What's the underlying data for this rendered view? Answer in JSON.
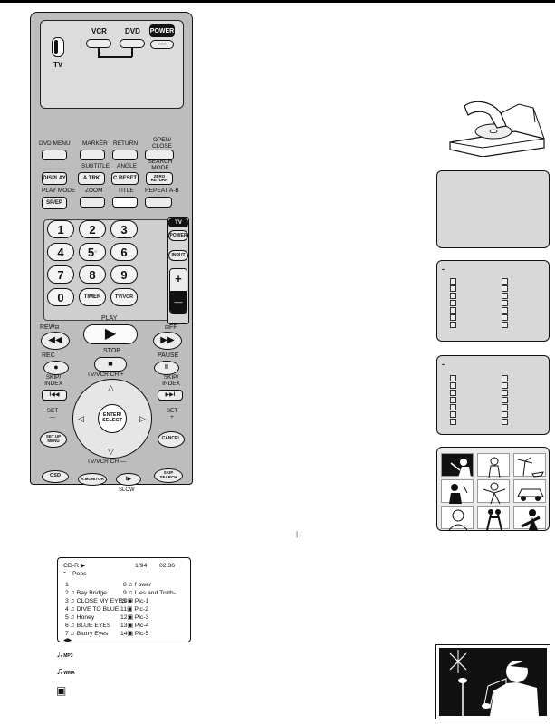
{
  "remote": {
    "top": {
      "vcr_label": "VCR",
      "dvd_label": "DVD",
      "power_label": "POWER",
      "power_dots": "○○○",
      "tv_label": "TV"
    },
    "row1": {
      "dvd_menu": "DVD MENU",
      "marker": "MARKER",
      "return": "RETURN",
      "open_close": "OPEN/ CLOSE"
    },
    "row2": {
      "subtitle": "SUBTITLE",
      "angle": "ANGLE",
      "search_mode": "SEARCH MODE",
      "display": "DISPLAY",
      "a_trk": "A.TRK",
      "c_reset": "C.RESET",
      "zero_return": "ZERO RETURN"
    },
    "row3": {
      "play_mode": "PLAY MODE",
      "zoom": "ZOOM",
      "title": "TITLE",
      "repeat_ab": "REPEAT A-B",
      "sp_ep": "SP/EP"
    },
    "numpad": {
      "keys": [
        "1",
        "2",
        "3",
        "4",
        "5",
        "6",
        "7",
        "8",
        "9",
        "0"
      ],
      "five_dot": "○",
      "timer": "TIMER",
      "tv_vcr": "TV/VCR"
    },
    "tv_section": {
      "tv": "TV",
      "power": "POWER",
      "input": "INPUT",
      "plus": "+",
      "minus": "—"
    },
    "transport": {
      "rew": "REW",
      "play": "PLAY",
      "ff": "FF",
      "rec": "REC",
      "stop": "STOP",
      "pause": "PAUSE",
      "rew_glyph": "◀◀",
      "play_glyph": "▶",
      "ff_glyph": "▶▶",
      "rec_glyph": "●",
      "stop_glyph": "■",
      "pause_glyph": "II",
      "rew_marker": "⊟",
      "ff_marker": "⊟"
    },
    "nav": {
      "ch_plus": "TV/VCR CH +",
      "ch_minus": "TV/VCR CH —",
      "skip_index_left": "SKIP/ INDEX",
      "skip_index_right": "SKIP/ INDEX",
      "skip_left_glyph": "I◀◀",
      "skip_right_glyph": "▶▶I",
      "set_minus": "SET —",
      "set_plus": "SET +",
      "enter_select": "ENTER/ SELECT",
      "up": "△",
      "down": "▽",
      "left": "◁",
      "right": "▷",
      "setup_menu": "SET UP MENU",
      "cancel": "CANCEL"
    },
    "bottom": {
      "osd": "OSD",
      "a_monitor": "A.MONITOR",
      "slow_glyph": "I▶",
      "skip_search": "SKIP SEARCH",
      "slow": "SLOW"
    }
  },
  "mid_mark": "|  |",
  "file_list_1": {
    "title": "-",
    "rows": 7
  },
  "file_list_2": {
    "title": "-",
    "rows": 7
  },
  "osd": {
    "media": "CD-R ▶",
    "track_count": "1/94",
    "time": "02:36",
    "folder_marker": "ˉ",
    "folder": "Pops",
    "left_items": [
      {
        "n": "1",
        "name": ""
      },
      {
        "n": "2",
        "name": "Bay Bridge"
      },
      {
        "n": "3",
        "name": "CLOSE MY EYES"
      },
      {
        "n": "4",
        "name": "DIVE TO BLUE"
      },
      {
        "n": "5",
        "name": "Honey"
      },
      {
        "n": "6",
        "name": "BLUE EYES"
      },
      {
        "n": "7",
        "name": "Blurry Eyes"
      }
    ],
    "right_items": [
      {
        "n": "8",
        "name": "f ower"
      },
      {
        "n": "9",
        "name": "Lies and Truth-"
      },
      {
        "n": "10",
        "name": "Pic-1"
      },
      {
        "n": "11",
        "name": "Pic-2"
      },
      {
        "n": "12",
        "name": "Pic-3"
      },
      {
        "n": "13",
        "name": "Pic-4"
      },
      {
        "n": "14",
        "name": "Pic-5"
      }
    ],
    "music_glyph": "♫",
    "picture_glyph": "▣",
    "nav_arrows": "◀▶"
  },
  "legend": {
    "mp3_sub": "MP3",
    "wma_sub": "WMA",
    "mp3_glyph": "♫",
    "wma_glyph": "♫",
    "jpeg_glyph": "▣"
  },
  "colors": {
    "remote_body": "#bdbdbd",
    "panel": "#d8d8d8",
    "ink": "#111111"
  }
}
